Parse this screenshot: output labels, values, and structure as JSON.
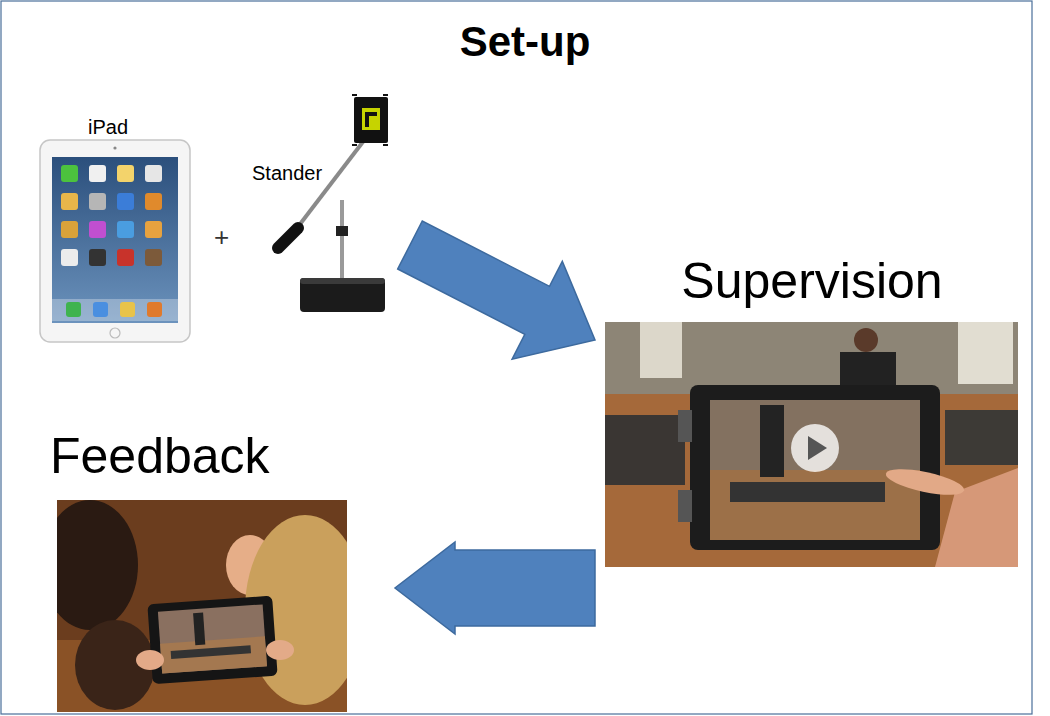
{
  "diagram": {
    "title": "Set-up",
    "nodes": [
      {
        "text": [
          "iPad"
        ]
      },
      {
        "text": [
          "Stander"
        ]
      },
      {
        "text": [
          "Supervision"
        ]
      },
      {
        "text": [
          "Feedback"
        ]
      }
    ],
    "edges": [
      {
        "from": 1,
        "to": 2,
        "arrow": "to"
      },
      {
        "from": 2,
        "to": 3,
        "arrow": "to"
      }
    ],
    "labels": [
      "+"
    ]
  }
}
